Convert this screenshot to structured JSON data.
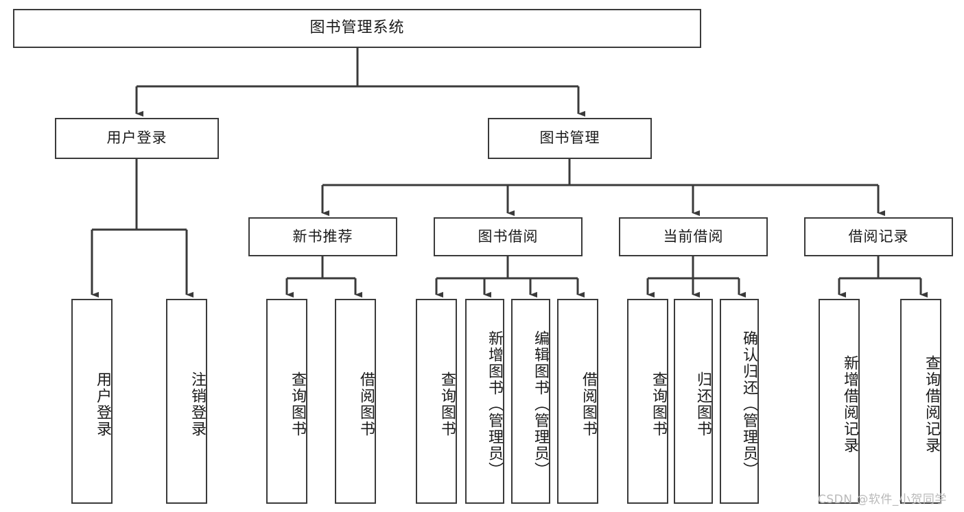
{
  "diagram": {
    "title": "图书管理系统",
    "type": "tree-hierarchy",
    "watermark": "CSDN @软件_小贺同学",
    "colors": {
      "background": "#ffffff",
      "border": "#3a3a3a",
      "text": "#1a1a1a",
      "edge": "#3a3a3a",
      "watermark": "#b9b9b9"
    },
    "levels": {
      "root": {
        "label": "图书管理系统"
      },
      "level2": [
        {
          "label": "用户登录"
        },
        {
          "label": "图书管理"
        }
      ],
      "level3": [
        {
          "label": "新书推荐"
        },
        {
          "label": "图书借阅"
        },
        {
          "label": "当前借阅"
        },
        {
          "label": "借阅记录"
        }
      ],
      "leaves": {
        "user_login": [
          {
            "label": "用户登录"
          },
          {
            "label": "注销登录"
          }
        ],
        "new_book_recommend": [
          {
            "label": "查询图书"
          },
          {
            "label": "借阅图书"
          }
        ],
        "book_borrow": [
          {
            "label": "查询图书"
          },
          {
            "label": "新增图书（管理员）"
          },
          {
            "label": "编辑图书（管理员）"
          },
          {
            "label": "借阅图书"
          }
        ],
        "current_borrow": [
          {
            "label": "查询图书"
          },
          {
            "label": "归还图书"
          },
          {
            "label": "确认归还（管理员）"
          }
        ],
        "borrow_record": [
          {
            "label": "新增借阅记录"
          },
          {
            "label": "查询借阅记录"
          }
        ]
      }
    }
  }
}
